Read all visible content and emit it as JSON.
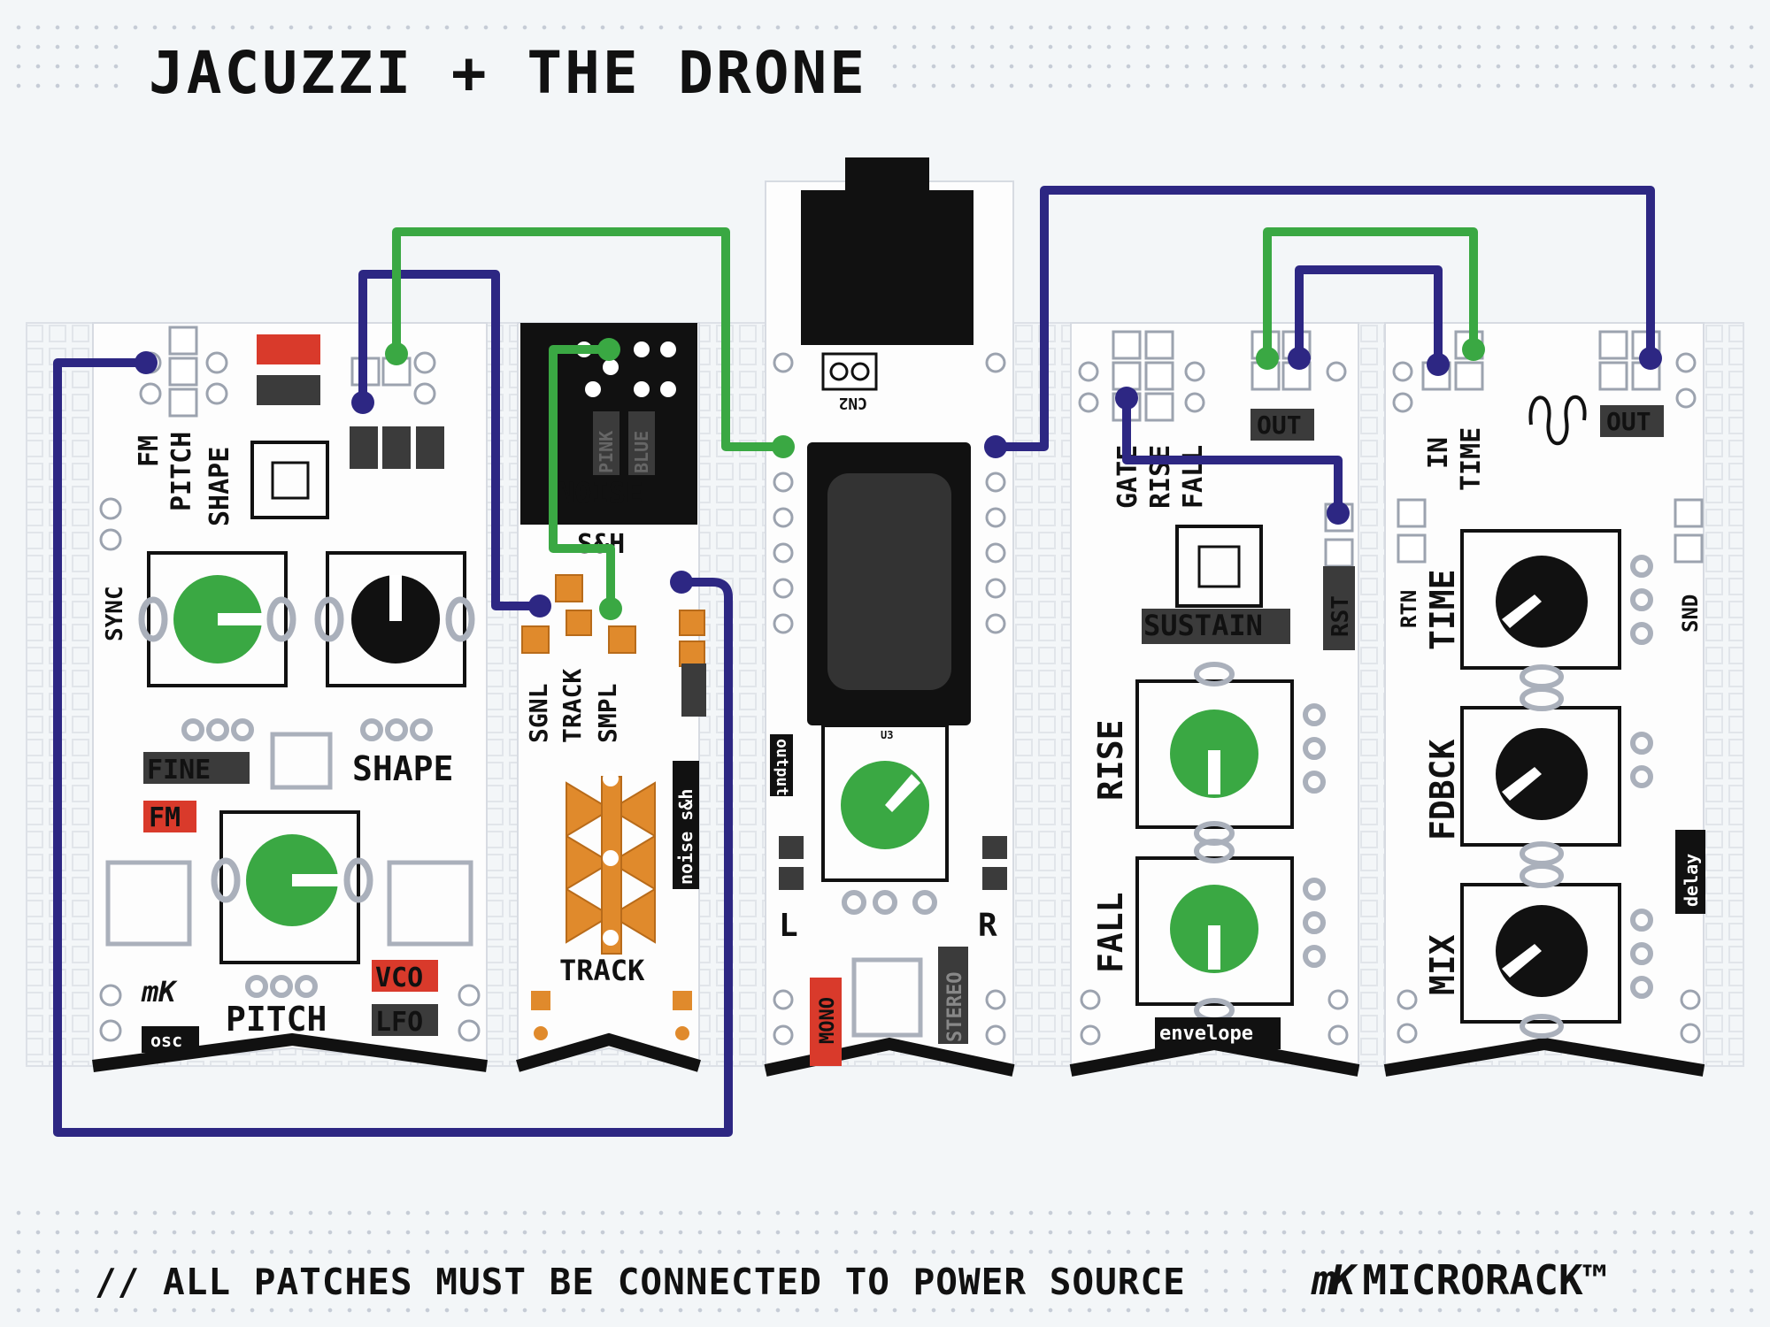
{
  "title": "JACUZZI + THE DRONE",
  "footer": "// ALL PATCHES MUST BE CONNECTED TO POWER SOURCE",
  "brand": {
    "logo": "mK",
    "name": "MICRORACK™"
  },
  "colors": {
    "cable_blue": "#2d2783",
    "cable_green": "#3aa843",
    "knob_green": "#3aa843",
    "knob_black": "#111111",
    "label_red": "#d93a2b",
    "label_dark": "#3b3b3b",
    "header_orange": "#e08a2c"
  },
  "modules": {
    "osc": {
      "tag": "osc",
      "jack_labels": [
        "FM",
        "PITCH",
        "SHAPE"
      ],
      "sync": "SYNC",
      "fine": "FINE",
      "fm": "FM",
      "shape": "SHAPE",
      "pitch": "PITCH",
      "vco": "VCO",
      "lfo": "LFO",
      "logo": "mK"
    },
    "noise": {
      "title": "NOISE",
      "pink": "PINK",
      "blue": "BLUE",
      "sh": "S&H",
      "jack_labels": [
        "SGNL",
        "TRACK",
        "SMPL"
      ],
      "tag": "noise s&h",
      "track": "TRACK"
    },
    "output": {
      "connector": "CN2",
      "tag": "output",
      "chip": "U3",
      "left": "L",
      "right": "R",
      "mono": "MONO",
      "stereo": "STEREO"
    },
    "envelope": {
      "jack_labels": [
        "GATE",
        "RISE",
        "FALL"
      ],
      "out": "OUT",
      "rst": "RST",
      "sustain": "SUSTAIN",
      "rise": "RISE",
      "fall": "FALL",
      "tag": "envelope"
    },
    "delay": {
      "jack_labels": [
        "IN",
        "TIME"
      ],
      "out": "OUT",
      "rtn": "RTN",
      "snd": "SND",
      "time": "TIME",
      "fdbck": "FDBCK",
      "mix": "MIX",
      "tag": "delay"
    }
  }
}
